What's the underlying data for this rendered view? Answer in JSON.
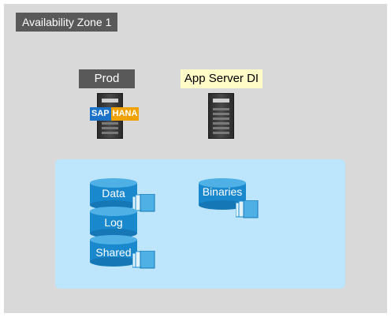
{
  "zone": {
    "label": "Availability Zone 1"
  },
  "hosts": {
    "prod": {
      "label": "Prod",
      "logo_sap": "SAP",
      "logo_hana": "HANA"
    },
    "app": {
      "label": "App Server DI"
    }
  },
  "volumes": {
    "data": "Data",
    "log": "Log",
    "shared": "Shared",
    "binaries": "Binaries"
  },
  "colors": {
    "zone_bg": "#d9d9d9",
    "label_dark": "#595959",
    "label_yellow": "#fffcc8",
    "storage_bg": "#bde5fb",
    "disk_blue": "#1a88cc"
  }
}
